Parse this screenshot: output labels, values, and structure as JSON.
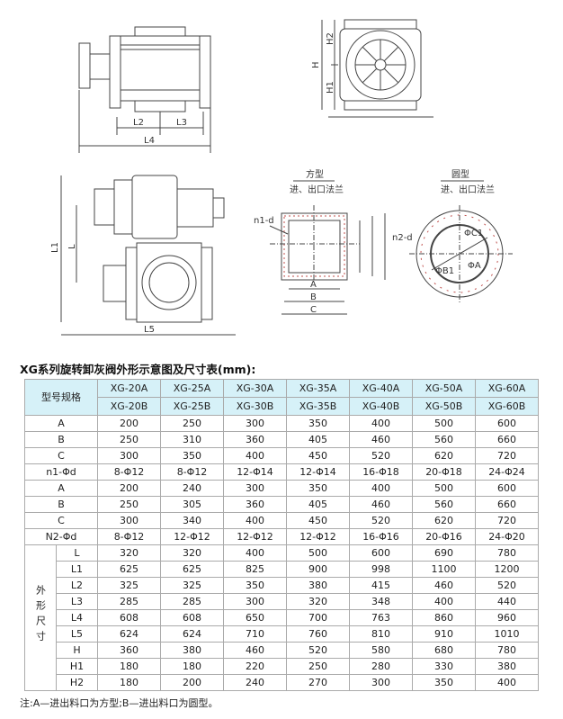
{
  "drawings": {
    "top_left": {
      "labels": [
        "L2",
        "L3",
        "L4"
      ]
    },
    "top_right": {
      "labels": [
        "H2",
        "H",
        "H1"
      ]
    },
    "bottom_left": {
      "labels": [
        "L1",
        "L",
        "L5"
      ]
    },
    "square_flange": {
      "title": "方型",
      "subtitle": "进、出口法兰",
      "holes": "n1-d",
      "labels": [
        "A",
        "B",
        "C"
      ]
    },
    "round_flange": {
      "title": "圆型",
      "subtitle": "进、出口法兰",
      "holes": "n2-d",
      "labels": [
        "ΦB1",
        "ΦC1",
        "ΦA"
      ]
    }
  },
  "title": "XG系列旋转卸灰阀外形示意图及尺寸表(mm):",
  "table": {
    "corner": "型号规格",
    "models": [
      [
        "XG-20A",
        "XG-20B"
      ],
      [
        "XG-25A",
        "XG-25B"
      ],
      [
        "XG-30A",
        "XG-30B"
      ],
      [
        "XG-35A",
        "XG-35B"
      ],
      [
        "XG-40A",
        "XG-40B"
      ],
      [
        "XG-50A",
        "XG-50B"
      ],
      [
        "XG-60A",
        "XG-60B"
      ]
    ],
    "flange_rows": [
      {
        "label": "A",
        "values": [
          "200",
          "250",
          "300",
          "350",
          "400",
          "500",
          "600"
        ]
      },
      {
        "label": "B",
        "values": [
          "250",
          "310",
          "360",
          "405",
          "460",
          "560",
          "660"
        ]
      },
      {
        "label": "C",
        "values": [
          "300",
          "350",
          "400",
          "450",
          "520",
          "620",
          "720"
        ]
      },
      {
        "label": "n1-Φd",
        "values": [
          "8-Φ12",
          "8-Φ12",
          "12-Φ14",
          "12-Φ14",
          "16-Φ18",
          "20-Φ18",
          "24-Φ24"
        ]
      },
      {
        "label": "A",
        "values": [
          "200",
          "240",
          "300",
          "350",
          "400",
          "500",
          "600"
        ]
      },
      {
        "label": "B",
        "values": [
          "250",
          "305",
          "360",
          "405",
          "460",
          "560",
          "660"
        ]
      },
      {
        "label": "C",
        "values": [
          "300",
          "340",
          "400",
          "450",
          "520",
          "620",
          "720"
        ]
      },
      {
        "label": "N2-Φd",
        "values": [
          "8-Φ12",
          "12-Φ12",
          "12-Φ12",
          "12-Φ12",
          "16-Φ16",
          "20-Φ16",
          "24-Φ20"
        ]
      }
    ],
    "group_label": "外形尺寸",
    "dim_rows": [
      {
        "label": "L",
        "values": [
          "320",
          "320",
          "400",
          "500",
          "600",
          "690",
          "780"
        ]
      },
      {
        "label": "L1",
        "values": [
          "625",
          "625",
          "825",
          "900",
          "998",
          "1100",
          "1200"
        ]
      },
      {
        "label": "L2",
        "values": [
          "325",
          "325",
          "350",
          "380",
          "415",
          "460",
          "520"
        ]
      },
      {
        "label": "L3",
        "values": [
          "285",
          "285",
          "300",
          "320",
          "348",
          "400",
          "440"
        ]
      },
      {
        "label": "L4",
        "values": [
          "608",
          "608",
          "650",
          "700",
          "763",
          "860",
          "960"
        ]
      },
      {
        "label": "L5",
        "values": [
          "624",
          "624",
          "710",
          "760",
          "810",
          "910",
          "1010"
        ]
      },
      {
        "label": "H",
        "values": [
          "360",
          "380",
          "460",
          "520",
          "580",
          "680",
          "780"
        ]
      },
      {
        "label": "H1",
        "values": [
          "180",
          "180",
          "220",
          "250",
          "280",
          "330",
          "380"
        ]
      },
      {
        "label": "H2",
        "values": [
          "180",
          "200",
          "240",
          "270",
          "300",
          "350",
          "400"
        ]
      }
    ]
  },
  "note": "注:A—进出料口为方型;B—进出料口为圆型。",
  "colors": {
    "header_bg": "#d6f1f8",
    "border": "#aaaaaa",
    "bolt": "#c0504d"
  }
}
